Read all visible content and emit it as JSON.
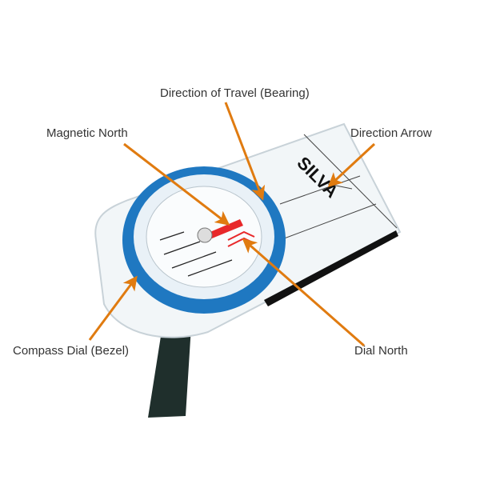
{
  "labels": {
    "direction_of_travel": "Direction of Travel (Bearing)",
    "magnetic_north": "Magnetic North",
    "direction_arrow": "Direction Arrow",
    "compass_dial": "Compass Dial (Bezel)",
    "dial_north": "Dial North"
  },
  "brand": "SILVA",
  "colors": {
    "arrow": "#e07b10",
    "bezel": "#1f78c1",
    "needle": "#e8282a",
    "lanyard": "#1f2f2c"
  }
}
